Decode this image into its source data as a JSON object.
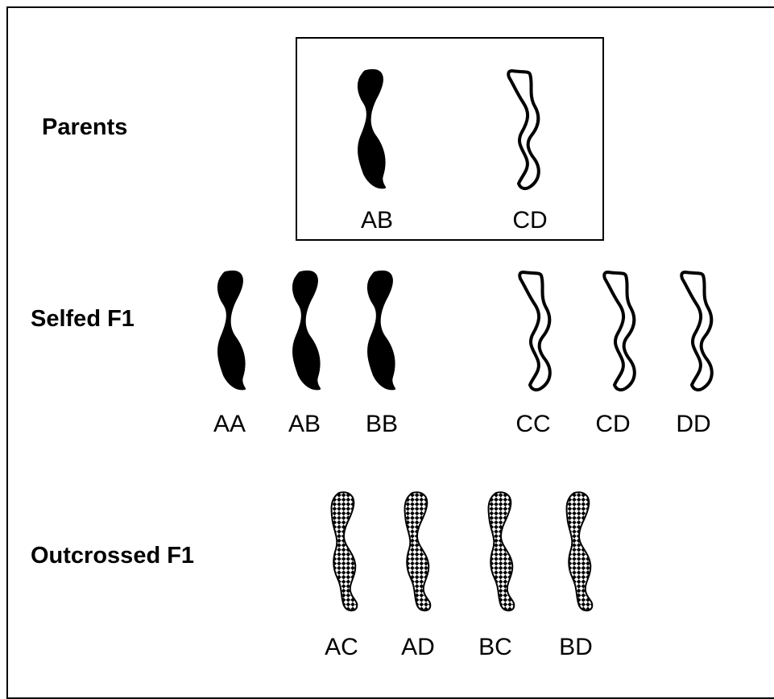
{
  "colors": {
    "dark": "#000000",
    "outline": "#000000",
    "fill_light": "#ffffff"
  },
  "rows": {
    "parents": {
      "label": "Parents",
      "genotypes": [
        "AB",
        "CD"
      ],
      "styles": [
        "solid",
        "outline"
      ]
    },
    "selfed": {
      "label": "Selfed F1",
      "genotypes": [
        "AA",
        "AB",
        "BB",
        "CC",
        "CD",
        "DD"
      ],
      "styles": [
        "solid",
        "solid",
        "solid",
        "outline",
        "outline",
        "outline"
      ]
    },
    "outcrossed": {
      "label": "Outcrossed F1",
      "genotypes": [
        "AC",
        "AD",
        "BC",
        "BD"
      ],
      "styles": [
        "checkered",
        "checkered",
        "checkered",
        "checkered"
      ]
    }
  }
}
